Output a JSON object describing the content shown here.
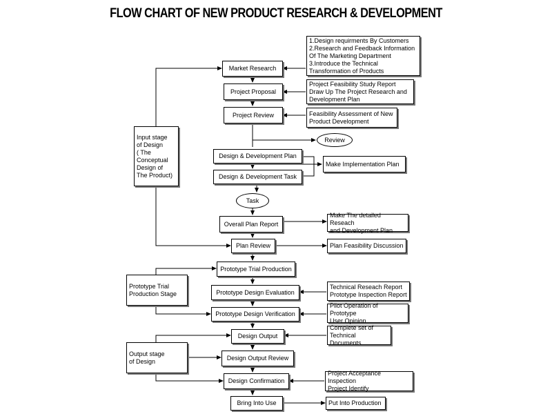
{
  "title": "FLOW CHART OF NEW PRODUCT RESEARCH & DEVELOPMENT",
  "main": {
    "market_research": "Market Research",
    "project_proposal": "Project Proposal",
    "project_review": "Project Review",
    "design_dev_plan": "Design & Development Plan",
    "design_dev_task": "Design & Development Task",
    "overall_plan_report": "Overall Plan Report",
    "plan_review": "Plan Review",
    "prototype_trial": "Prototype Trial Production",
    "prototype_eval": "Prototype Design Evaluation",
    "prototype_verif": "Prototype Design Verification",
    "design_output": "Design Output",
    "design_output_review": "Design Output Review",
    "design_confirmation": "Design Confirmation",
    "bring_into_use": "Bring Into Use"
  },
  "ovals": {
    "review": "Review",
    "task": "Task"
  },
  "stages": {
    "input": "Input stage\nof Design\n( The\nConceptual\nDesign of\nThe Product)",
    "prototype": "Prototype Trial\nProduction Stage",
    "output": "Output stage\nof Design"
  },
  "notes": {
    "customer_req": "1.Design requirments By Customers\n2.Research and Feedback Information\nOf The Marketing Department\n3.Introduce the Technical\nTransformation of Products",
    "feasibility_report": "Project Feasibility Study Report\nDraw Up The Project Research and\nDevelopment Plan",
    "feasibility_assessment": "Feasibility Assessment of New\nProduct Development",
    "implementation_plan": "Make Implementation Plan",
    "detailed_plan": "Make The detailed Reseach\nand Development Plan",
    "plan_feasibility": "Plan Feasibility Discussion",
    "tech_report": "Technical Reseach Report\nPrototype Inspection Report",
    "pilot_operation": "Pilot Operation of Prototype\nUser Opinion",
    "tech_documents": "Complete set of\nTechnical Documents",
    "acceptance": "Project Acceptance Inspection\nProject Identify",
    "production": "Put Into Production"
  }
}
